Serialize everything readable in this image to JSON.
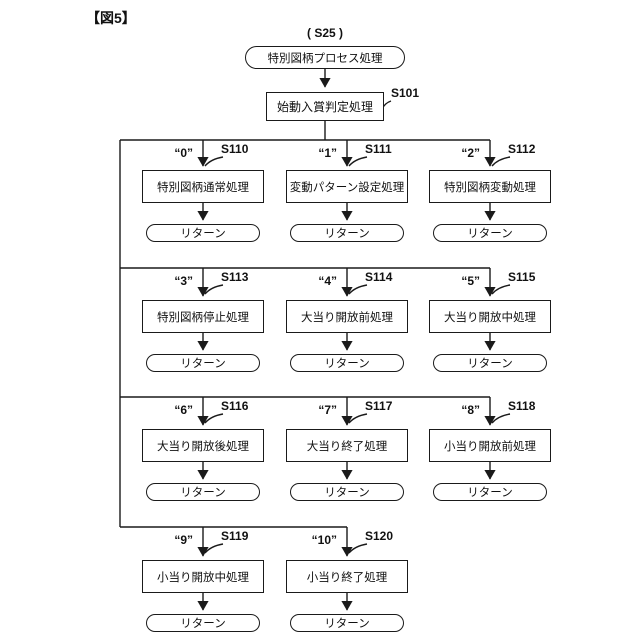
{
  "figure_label": "【図5】",
  "process_capsule": {
    "ref": "( S25 )",
    "label": "特別図柄プロセス処理"
  },
  "judge_box": {
    "label": "始動入賞判定処理",
    "step": "S101"
  },
  "return_label": "リターン",
  "branches": [
    {
      "value": "“0”",
      "step": "S110",
      "label": "特別図柄通常処理"
    },
    {
      "value": "“1”",
      "step": "S111",
      "label": "変動パターン設定処理"
    },
    {
      "value": "“2”",
      "step": "S112",
      "label": "特別図柄変動処理"
    },
    {
      "value": "“3”",
      "step": "S113",
      "label": "特別図柄停止処理"
    },
    {
      "value": "“4”",
      "step": "S114",
      "label": "大当り開放前処理"
    },
    {
      "value": "“5”",
      "step": "S115",
      "label": "大当り開放中処理"
    },
    {
      "value": "“6”",
      "step": "S116",
      "label": "大当り開放後処理"
    },
    {
      "value": "“7”",
      "step": "S117",
      "label": "大当り終了処理"
    },
    {
      "value": "“8”",
      "step": "S118",
      "label": "小当り開放前処理"
    },
    {
      "value": "“9”",
      "step": "S119",
      "label": "小当り開放中処理"
    },
    {
      "value": "“10”",
      "step": "S120",
      "label": "小当り終了処理"
    }
  ]
}
